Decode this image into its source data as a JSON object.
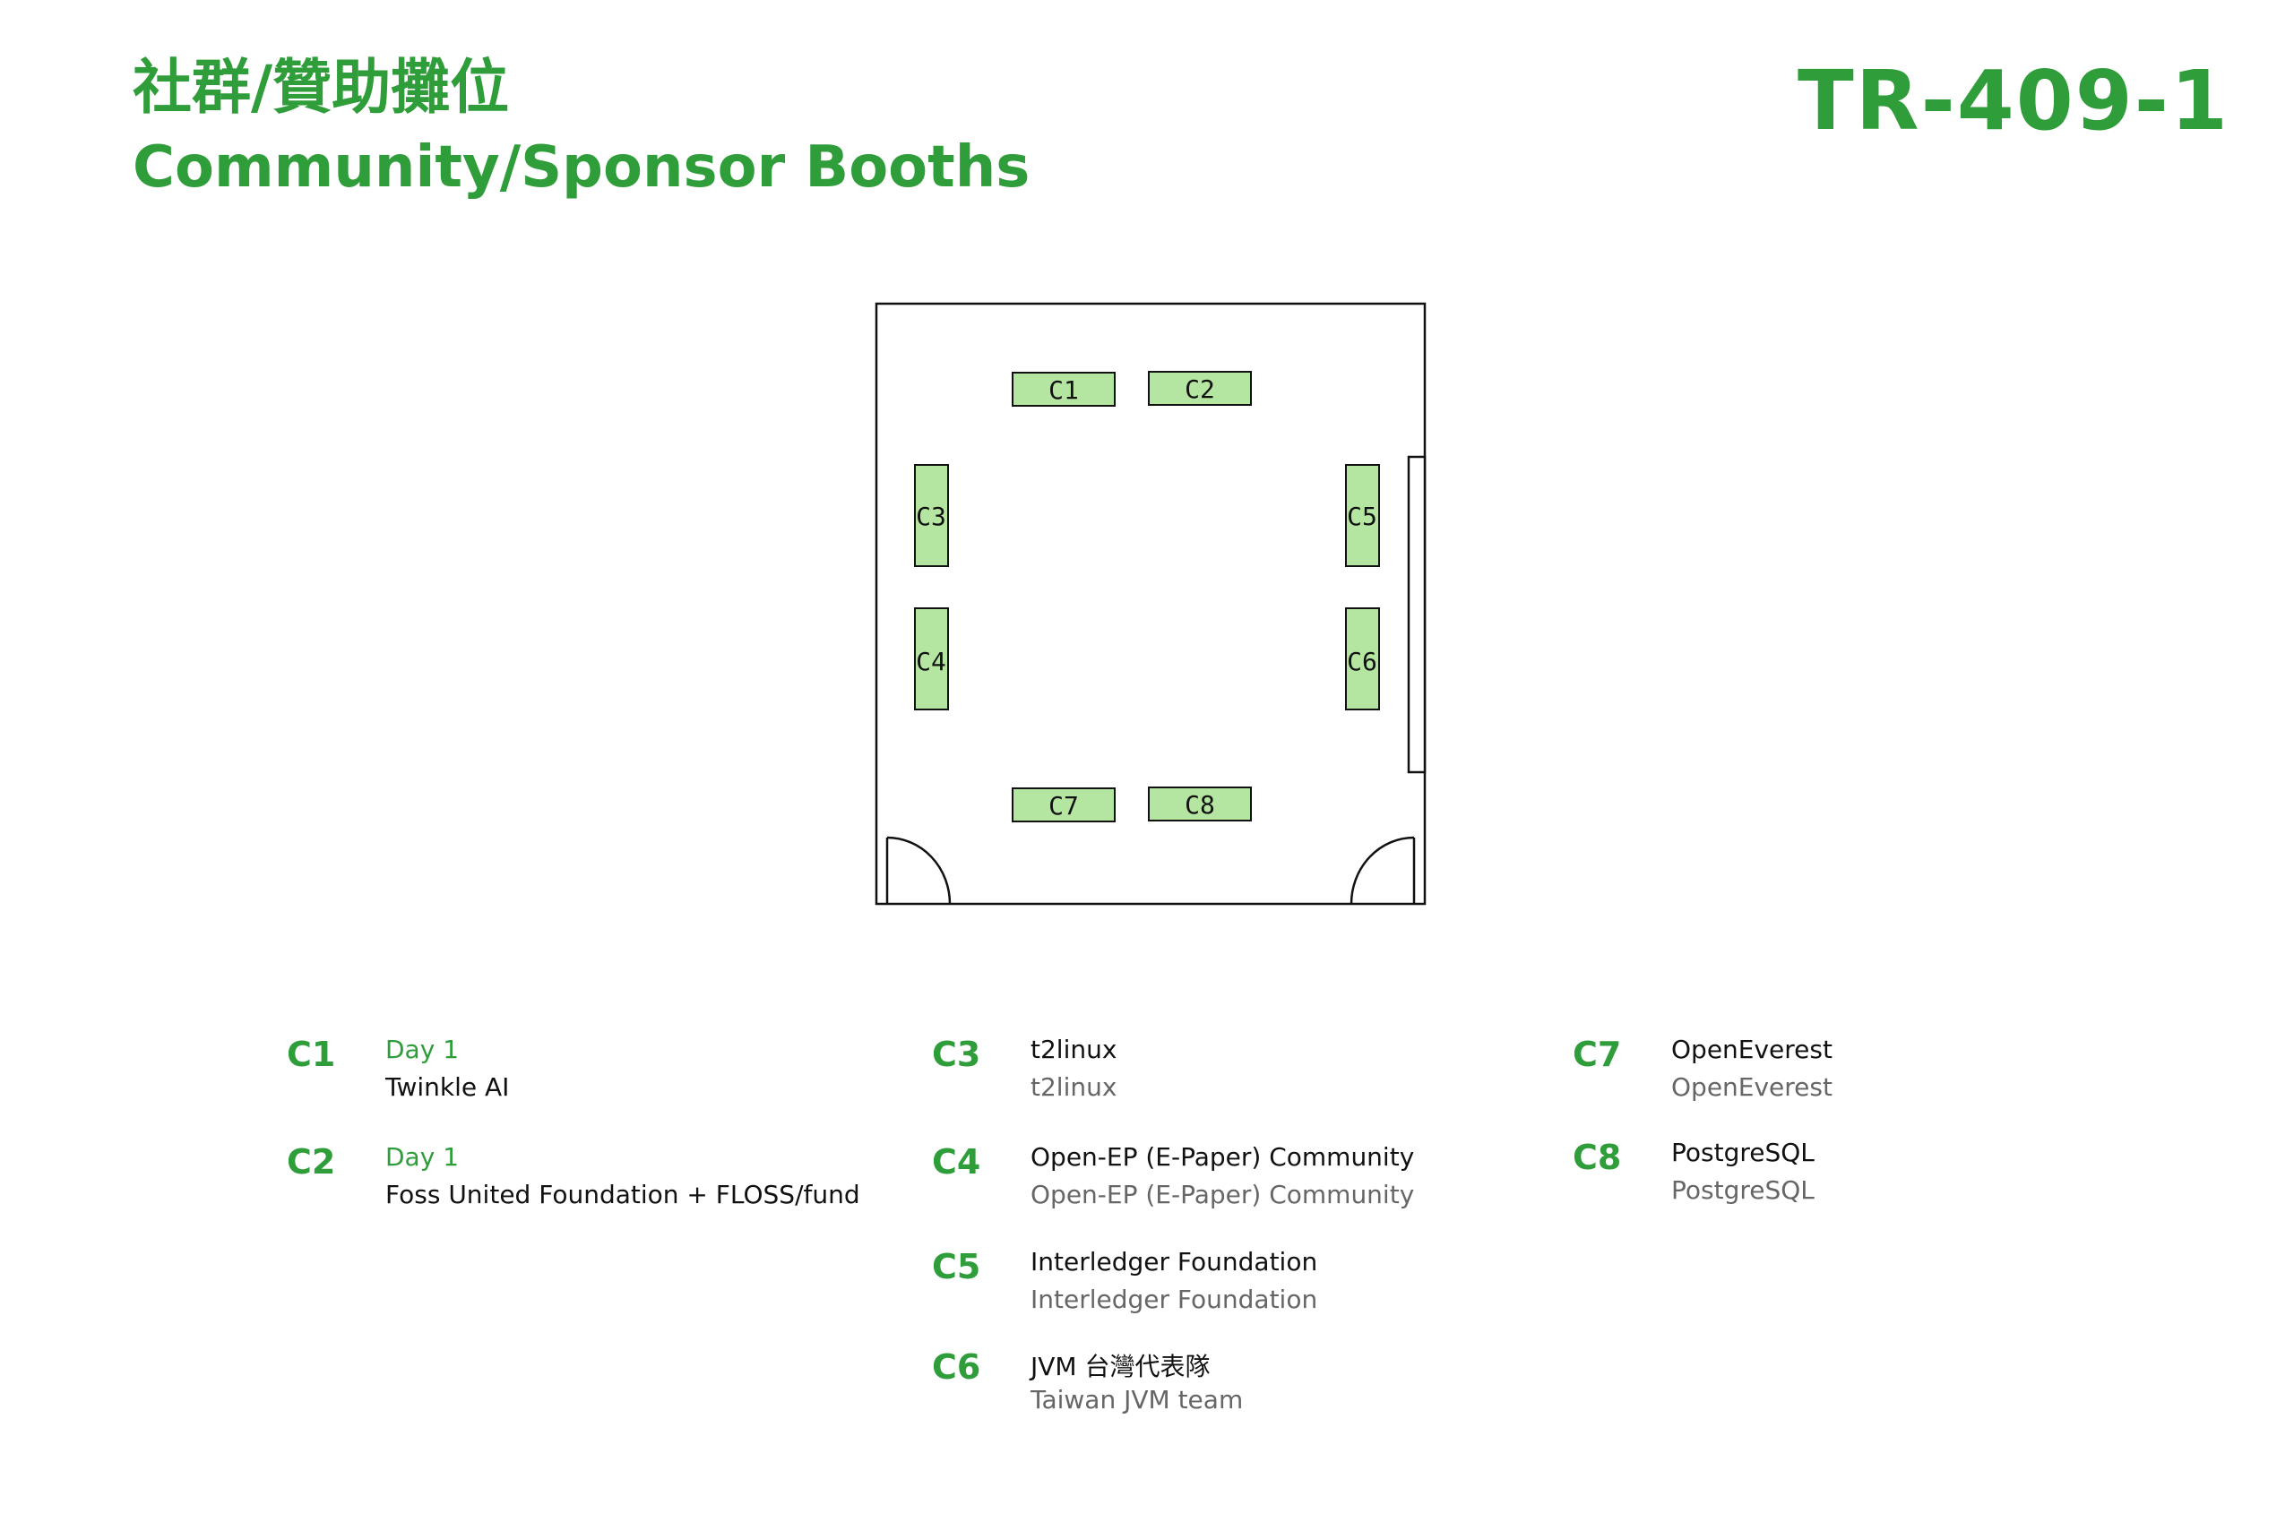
{
  "header": {
    "title_zh": "社群/贊助攤位",
    "title_en": "Community/Sponsor Booths",
    "room_code": "TR-409-1"
  },
  "colors": {
    "accent": "#2f9e3a",
    "booth_fill": "#b5e6a1",
    "subtext": "#666666"
  },
  "booths": [
    "C1",
    "C2",
    "C3",
    "C4",
    "C5",
    "C6",
    "C7",
    "C8"
  ],
  "legend": {
    "col1": [
      {
        "id": "C1",
        "line1": "Day 1",
        "line2": "Twinkle AI"
      },
      {
        "id": "C2",
        "line1": "Day 1",
        "line2": "Foss United Foundation + FLOSS/fund"
      }
    ],
    "col2": [
      {
        "id": "C3",
        "line1": "t2linux",
        "line2": "t2linux"
      },
      {
        "id": "C4",
        "line1": "Open-EP (E-Paper) Community",
        "line2": "Open-EP (E-Paper) Community"
      },
      {
        "id": "C5",
        "line1": "Interledger Foundation",
        "line2": "Interledger Foundation"
      },
      {
        "id": "C6",
        "line1": "JVM 台灣代表隊",
        "line2": "Taiwan JVM team"
      }
    ],
    "col3": [
      {
        "id": "C7",
        "line1": "OpenEverest",
        "line2": "OpenEverest"
      },
      {
        "id": "C8",
        "line1": "PostgreSQL",
        "line2": "PostgreSQL"
      }
    ]
  }
}
